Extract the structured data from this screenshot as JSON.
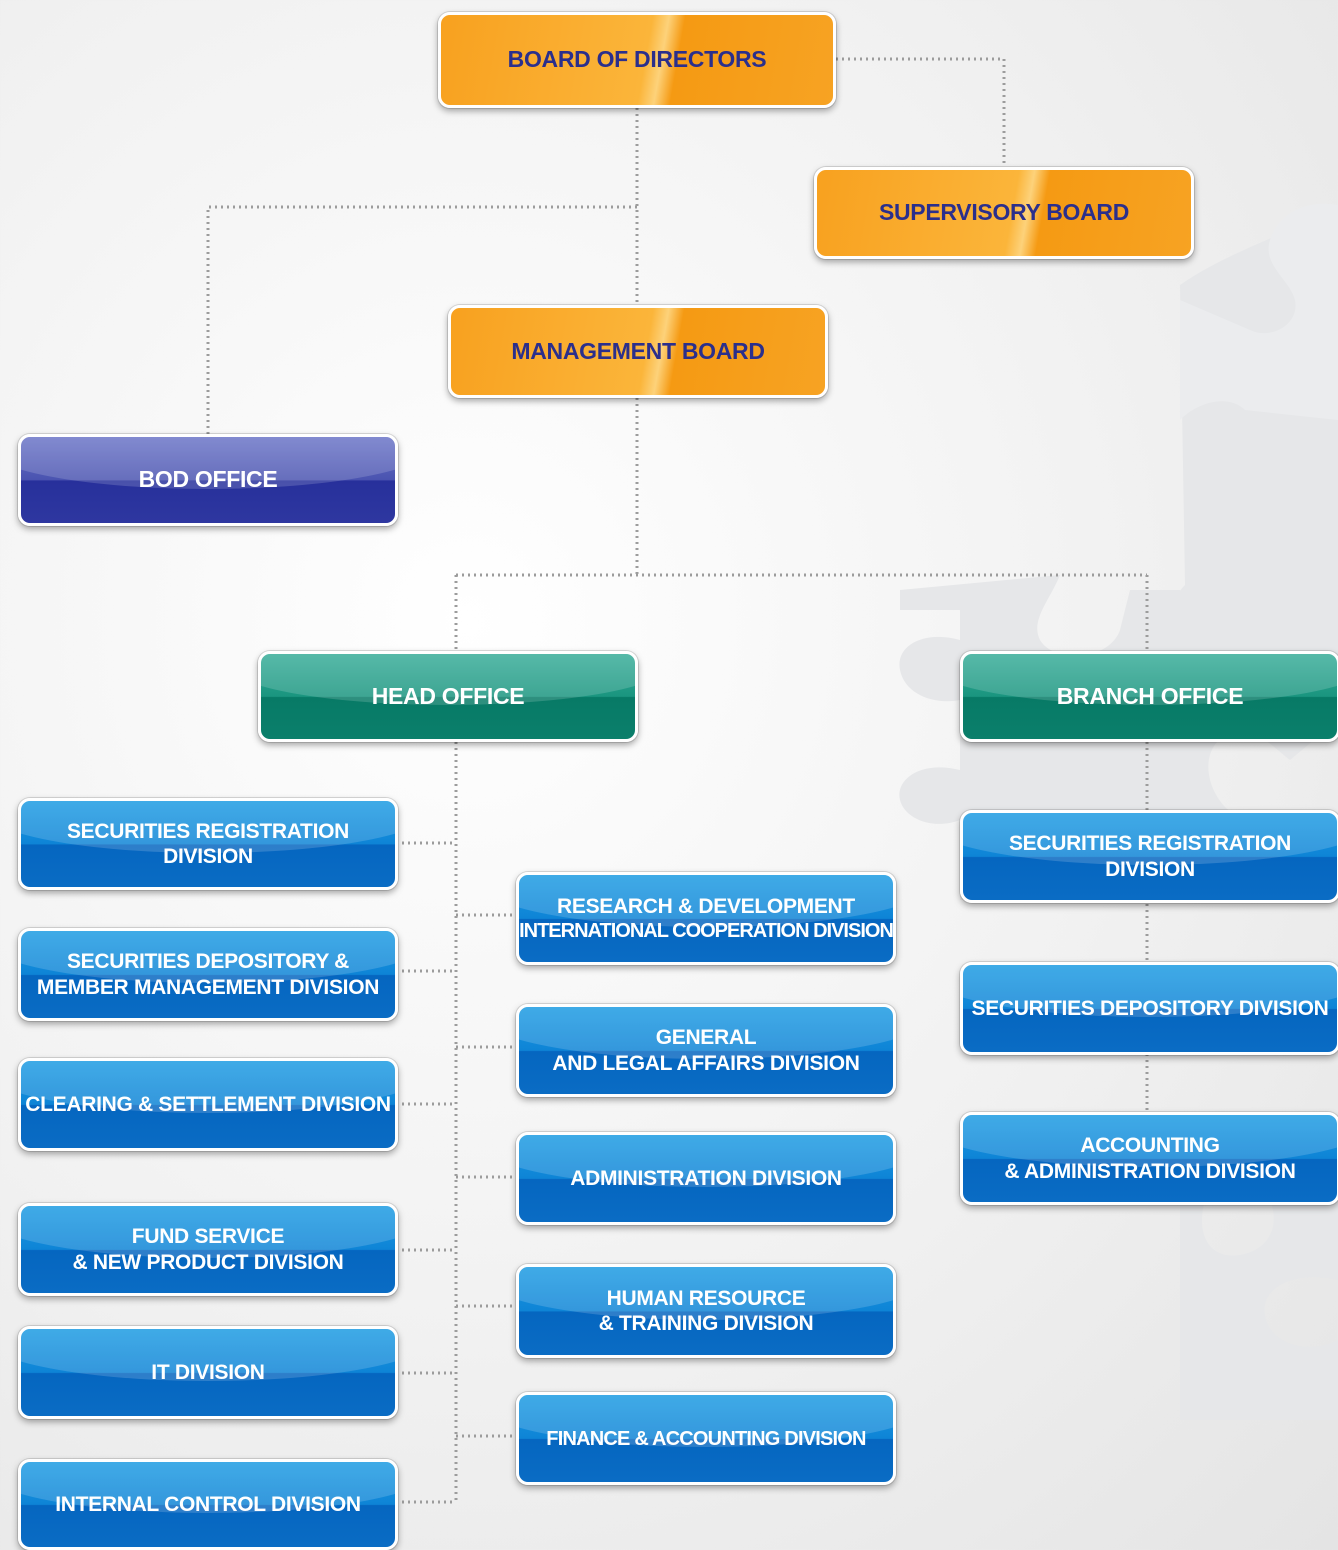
{
  "top": {
    "board_of_directors": "BOARD OF DIRECTORS",
    "supervisory_board": "SUPERVISORY BOARD",
    "management_board": "MANAGEMENT BOARD",
    "bod_office": "BOD OFFICE"
  },
  "head_office": {
    "title": "HEAD OFFICE",
    "left_divisions": [
      [
        "SECURITIES REGISTRATION DIVISION"
      ],
      [
        "SECURITIES DEPOSITORY &",
        "MEMBER MANAGEMENT DIVISION"
      ],
      [
        "CLEARING & SETTLEMENT DIVISION"
      ],
      [
        "FUND SERVICE",
        "& NEW PRODUCT DIVISION"
      ],
      [
        "IT DIVISION"
      ],
      [
        "INTERNAL CONTROL DIVISION"
      ]
    ],
    "right_divisions": [
      [
        "RESEARCH & DEVELOPMENT",
        "INTERNATIONAL COOPERATION DIVISION"
      ],
      [
        "GENERAL",
        "AND LEGAL AFFAIRS DIVISION"
      ],
      [
        "ADMINISTRATION DIVISION"
      ],
      [
        "HUMAN RESOURCE",
        "& TRAINING DIVISION"
      ],
      [
        "FINANCE & ACCOUNTING DIVISION"
      ]
    ]
  },
  "branch_office": {
    "title": "BRANCH OFFICE",
    "divisions": [
      [
        "SECURITIES REGISTRATION DIVISION"
      ],
      [
        "SECURITIES DEPOSITORY DIVISION"
      ],
      [
        "ACCOUNTING",
        "& ADMINISTRATION DIVISION"
      ]
    ]
  },
  "colors": {
    "board": "#f8a11f",
    "board_text": "#2b2f8c",
    "bod_office": "#3a44a8",
    "office": "#0b7f6b",
    "division": "#0a6cc4",
    "connector": "#9c9c9c"
  }
}
